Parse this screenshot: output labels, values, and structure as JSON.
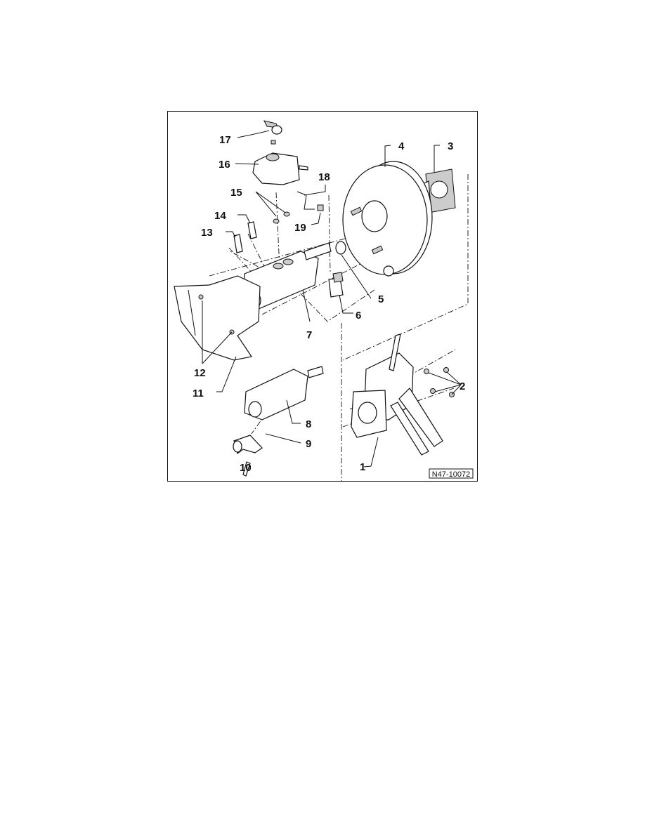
{
  "figure": {
    "reference_code": "N47-10072",
    "callouts": [
      "1",
      "2",
      "3",
      "4",
      "5",
      "6",
      "7",
      "8",
      "9",
      "10",
      "11",
      "12",
      "13",
      "14",
      "15",
      "16",
      "17",
      "18",
      "19"
    ]
  }
}
